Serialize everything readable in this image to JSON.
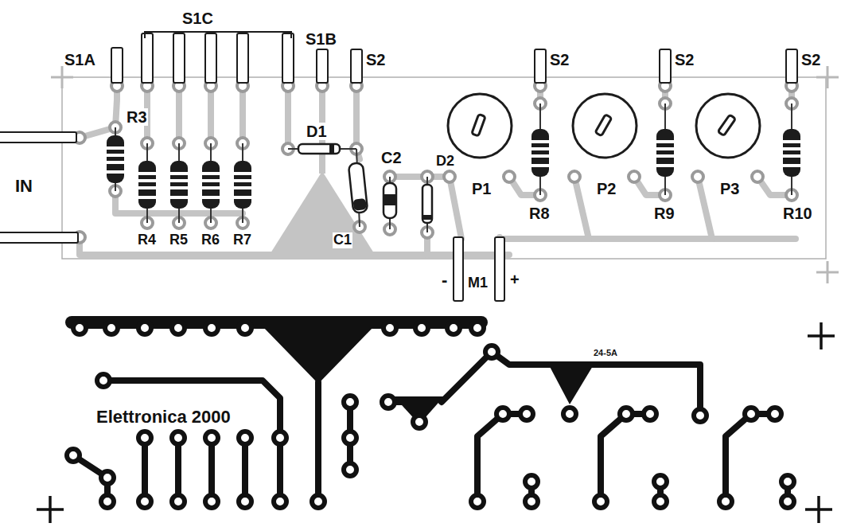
{
  "diagram": {
    "labels": [
      "S1C",
      "S1A",
      "S1B",
      "S2",
      "S2",
      "S2",
      "S2",
      "R3",
      "IN",
      "D1",
      "C2",
      "P1",
      "P2",
      "P3",
      "R8",
      "R9",
      "R10",
      "R4",
      "R5",
      "R6",
      "R7",
      "C1",
      "D2",
      "-",
      "M1",
      "+",
      "24-5A",
      "Elettronica 2000"
    ]
  }
}
